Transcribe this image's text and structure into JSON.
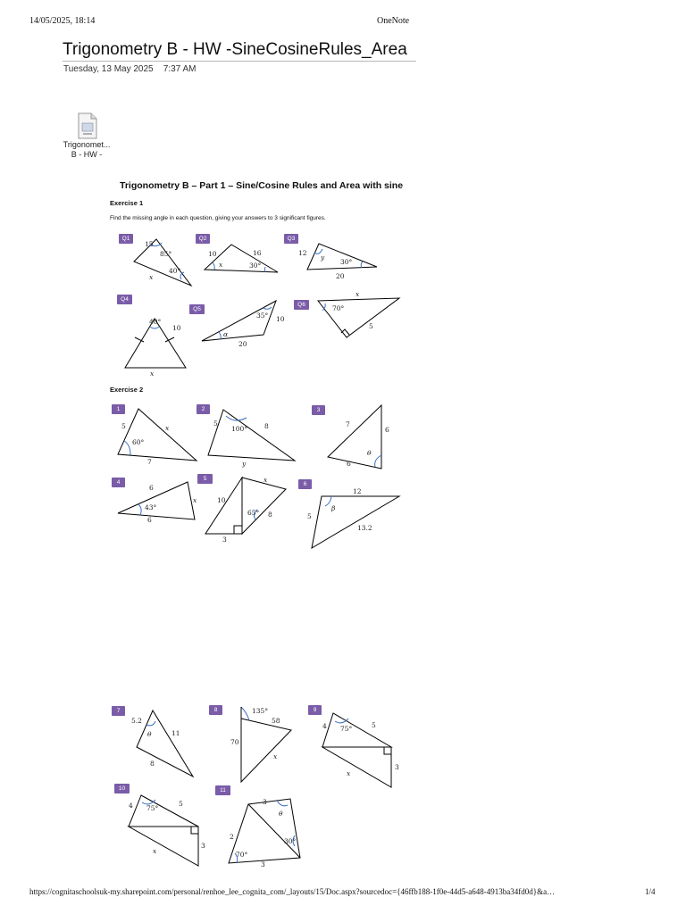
{
  "print_header": {
    "timestamp": "14/05/2025, 18:14",
    "app_name": "OneNote"
  },
  "page": {
    "title": "Trigonometry B - HW -SineCosineRules_Area",
    "date": "Tuesday, 13 May 2025",
    "time": "7:37 AM"
  },
  "attachment": {
    "icon": "pdf-file-icon",
    "label_line1": "Trigonomet...",
    "label_line2": "B - HW -"
  },
  "worksheet": {
    "title": "Trigonometry B – Part 1 – Sine/Cosine Rules and Area with sine",
    "exercise1": {
      "heading": "Exercise 1",
      "instruction": "Find the missing angle in each question, giving your answers to 3 significant figures.",
      "badges": [
        "Q1",
        "Q2",
        "Q3",
        "Q4",
        "Q5",
        "Q6"
      ]
    },
    "exercise2": {
      "heading": "Exercise 2",
      "badges": [
        "1",
        "2",
        "3",
        "4",
        "5",
        "6"
      ]
    },
    "continued_badges": [
      "7",
      "8",
      "9",
      "10",
      "11"
    ],
    "labels": {
      "q1": [
        "15",
        "85°",
        "40°",
        "x"
      ],
      "q2": [
        "10",
        "16",
        "x",
        "30°"
      ],
      "q3": [
        "12",
        "y",
        "30°",
        "20"
      ],
      "q4": [
        "40°",
        "10",
        "x"
      ],
      "q5": [
        "35°",
        "10",
        "α",
        "20"
      ],
      "q6": [
        "x",
        "70°",
        "5"
      ],
      "e1": [
        "5",
        "x",
        "60°",
        "7"
      ],
      "e2": [
        "5",
        "100°",
        "8",
        "y"
      ],
      "e3": [
        "7",
        "6",
        "θ",
        "6"
      ],
      "e4": [
        "6",
        "43°",
        "x",
        "6"
      ],
      "e5": [
        "x",
        "10",
        "65°",
        "8",
        "3"
      ],
      "e6": [
        "12",
        "β",
        "5",
        "13.2"
      ],
      "e7": [
        "5.2",
        "θ",
        "11",
        "8"
      ],
      "e8": [
        "135°",
        "58",
        "70",
        "x"
      ],
      "e9": [
        "4",
        "75°",
        "5",
        "3",
        "x"
      ],
      "e10": [
        "4",
        "75°",
        "5",
        "3",
        "x"
      ],
      "e11": [
        "3",
        "θ",
        "30°",
        "2",
        "70°",
        "3"
      ]
    }
  },
  "footer": {
    "url": "https://cognitaschoolsuk-my.sharepoint.com/personal/renhoe_lee_cognita_com/_layouts/15/Doc.aspx?sourcedoc={46ffb188-1f0e-44d5-a648-4913ba34fd0d}&a…",
    "page_count": "1/4"
  }
}
